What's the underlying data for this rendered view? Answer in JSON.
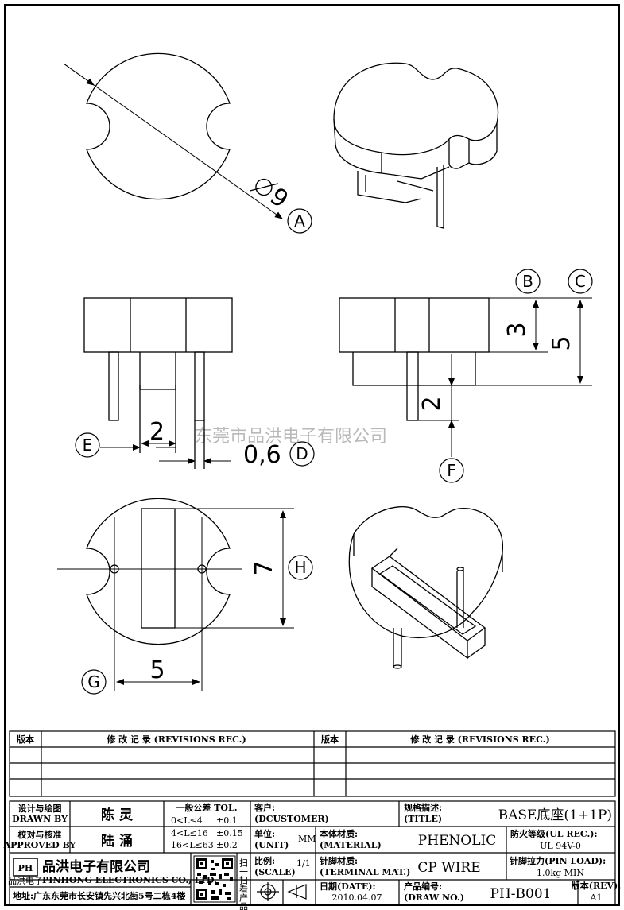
{
  "dimensions": {
    "dia_value": "9",
    "width_2": "2",
    "pin_06": "0,6",
    "height_3": "3",
    "height_5": "5",
    "pin_2": "2",
    "width_7": "7",
    "spacing_5": "5"
  },
  "callouts": {
    "a": "A",
    "b": "B",
    "c": "C",
    "d": "D",
    "e": "E",
    "f": "F",
    "g": "G",
    "h": "H"
  },
  "watermark": "东莞市品洪电子有限公司",
  "revisions": {
    "col_version": "版本",
    "col_records": "修 改 记 录 (REVISIONS REC.)",
    "col_version2": "版本",
    "col_records2": "修 改 记 录 (REVISIONS REC.)"
  },
  "title_block": {
    "drawn_by_label_cn": "设计与绘图",
    "drawn_by_label_en": "DRAWN BY",
    "drawn_by": "陈 灵",
    "approved_label_cn": "校对与核准",
    "approved_label_en": "APPROVED BY",
    "approved_by": "陆 涌",
    "tol_title": "一般公差 TOL.",
    "tol_rows": [
      {
        "range": "0<L≤4",
        "value": "±0.1"
      },
      {
        "range": "4<L≤16",
        "value": "±0.15"
      },
      {
        "range": "16<L≤63",
        "value": "±0.2"
      }
    ],
    "customer_label_cn": "客户:",
    "customer_label_en": "(DCUSTOMER)",
    "title_label_cn": "规格描述:",
    "title_label_en": "(TITLE)",
    "title_value": "BASE底座(1+1P)",
    "unit_label_cn": "单位:",
    "unit_label_en": "(UNIT)",
    "unit_value": "MM",
    "material_label_cn": "本体材质:",
    "material_label_en": "(MATERIAL)",
    "material_value": "PHENOLIC",
    "flame_label": "防火等级(UL REC.):",
    "flame_value": "UL 94V-0",
    "scale_label_cn": "比例:",
    "scale_label_en": "(SCALE)",
    "scale_value": "1/1",
    "terminal_label_cn": "针脚材质:",
    "terminal_label_en": "(TERMINAL MAT.)",
    "terminal_value": "CP WIRE",
    "pin_load_label": "针脚拉力(PIN LOAD):",
    "pin_load_value": "1.0kg MIN",
    "date_label": "日期(DATE):",
    "date_value": "2010.04.07",
    "drawno_label_cn": "产品编号:",
    "drawno_label_en": "(DRAW NO.)",
    "drawno_value": "PH-B001",
    "rev_label": "版本(REV):",
    "rev_value": "A1",
    "company_cn": "品洪电子有限公司",
    "company_en": "PINHONG ELECTRONICS CO., LTD.",
    "logo_text": "PH",
    "logo_sub": "品洪电子",
    "qr_side_text": "扫一扫看产品",
    "address": "地址:广东东莞市长安镇先兴北街5号二栋4楼"
  }
}
